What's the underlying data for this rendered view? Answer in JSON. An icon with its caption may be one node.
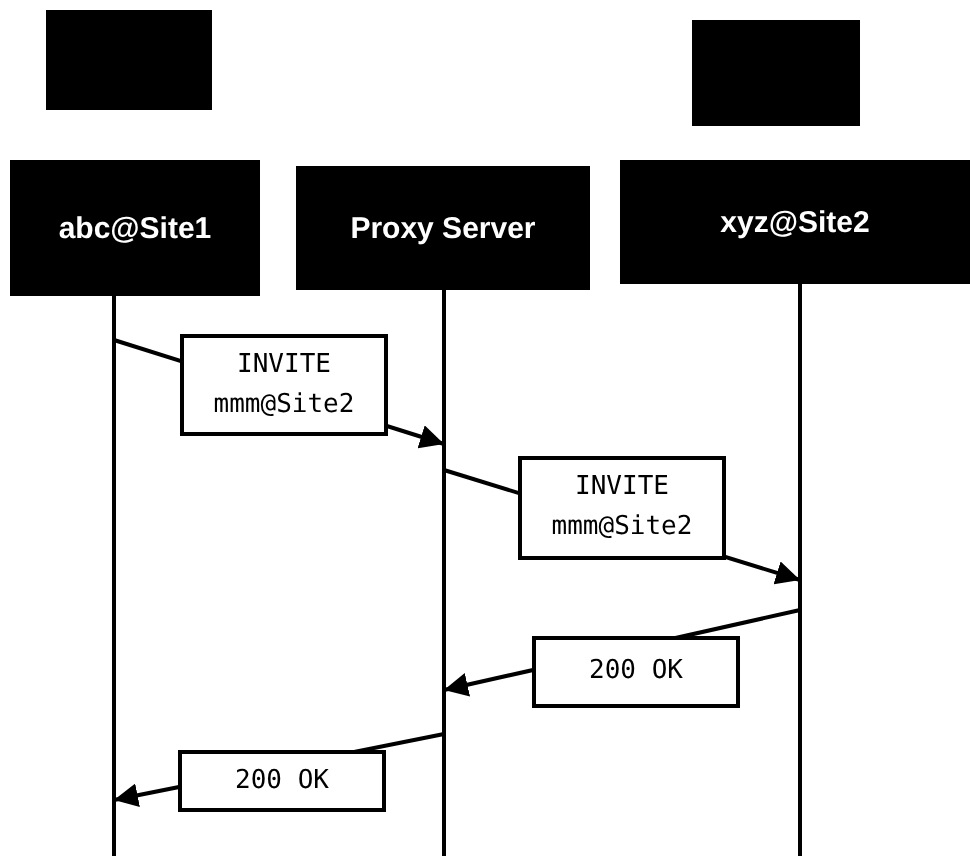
{
  "diagram": {
    "nodes": [
      {
        "text": [],
        "shape": "box"
      },
      {
        "text": [],
        "shape": "box"
      },
      {
        "text": [
          "abc@Site1"
        ]
      },
      {
        "text": [
          "Proxy Server"
        ]
      },
      {
        "text": [
          "xyz@Site2"
        ]
      }
    ],
    "edges": [
      {
        "from": 2,
        "to": 3,
        "arrow": "to",
        "label": "INVITE mmm@Site2"
      },
      {
        "from": 3,
        "to": 4,
        "arrow": "to",
        "label": "INVITE mmm@Site2"
      },
      {
        "from": 4,
        "to": 3,
        "arrow": "to",
        "label": "200 OK"
      },
      {
        "from": 3,
        "to": 2,
        "arrow": "to",
        "label": "200 OK"
      }
    ]
  }
}
